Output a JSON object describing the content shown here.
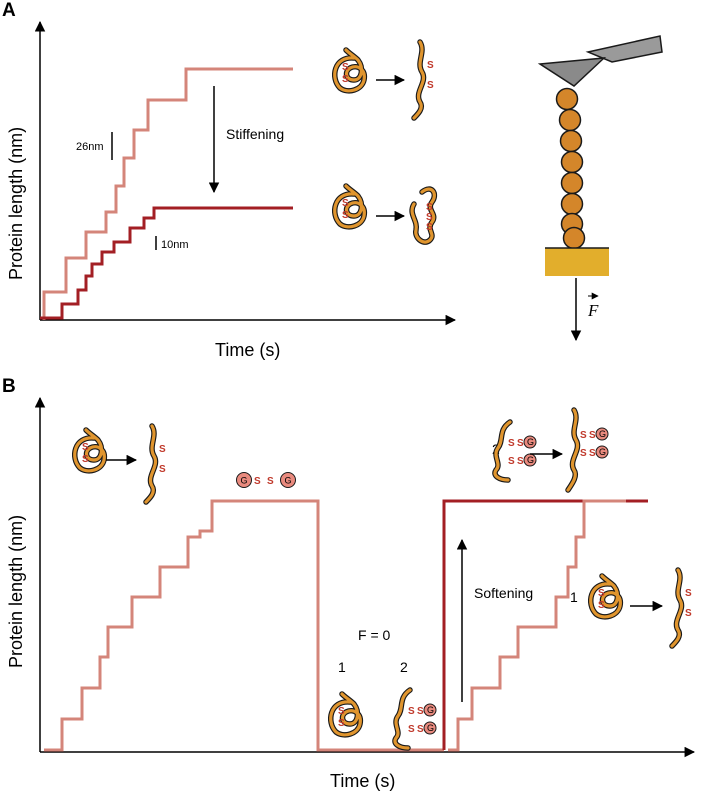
{
  "panels": {
    "a": "A",
    "b": "B"
  },
  "axes": {
    "y_label": "Protein length (nm)",
    "x_label": "Time (s)"
  },
  "annotations": {
    "stiffening": "Stiffening",
    "softening": "Softening",
    "step_large": "26nm",
    "step_small": "10nm",
    "force_zero": "F = 0",
    "one": "1",
    "two": "2",
    "force_vector": "F",
    "disulfide": "S",
    "glutathione": "G"
  },
  "colors": {
    "light_trace": "#d4857a",
    "dark_trace": "#a31f24",
    "protein": "#e0952e",
    "sulfur": "#c0392b",
    "bead": "#d4862a",
    "substrate": "#e2ae2c",
    "cantilever": "#9a9a9a",
    "glutathione": "#e98a7e"
  }
}
